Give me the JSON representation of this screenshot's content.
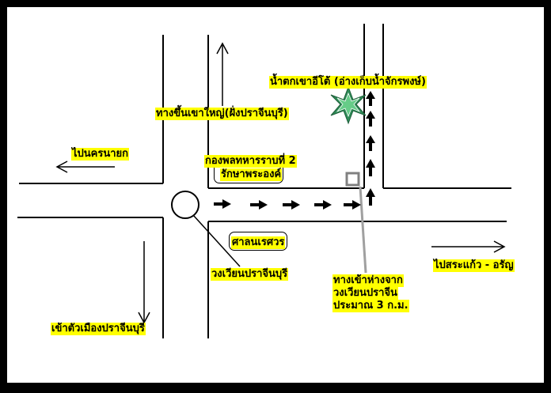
{
  "labels": {
    "waterfall": "น้ำตกเขาอีโต้ (อ่างเก็บน้ำจักรพงษ์)",
    "mountain_road": "ทางขึ้นเขาใหญ่(ฝั่งปราจีนบุรี)",
    "to_nakhon_nayok": "ไปนครนายก",
    "army_line1": "กองพลทหารราบที่ 2",
    "army_line2": "รักษาพระองค์",
    "shrine": "ศาลนเรศวร",
    "roundabout": "วงเวียนปราจีนบุรี",
    "to_sa_kaeo": "ไปสระแก้ว - อรัญ",
    "entrance_line1": "ทางเข้าห่างจาก",
    "entrance_line2": "วงเวียนปราจีน",
    "entrance_line3": "ประมาณ 3 ก.ม.",
    "to_city": "เข้าตัวเมืองปราจีนบุรี"
  },
  "icons": [
    "waterfall-star-icon",
    "route-arrow-icon",
    "direction-arrow-icon",
    "entrance-marker-icon",
    "roundabout-circle-icon"
  ],
  "colors": {
    "label_bg": "#ffff00",
    "map_bg": "#ffffff",
    "frame": "#000000",
    "waterfall": "#2e8b57",
    "marker": "#808080"
  }
}
